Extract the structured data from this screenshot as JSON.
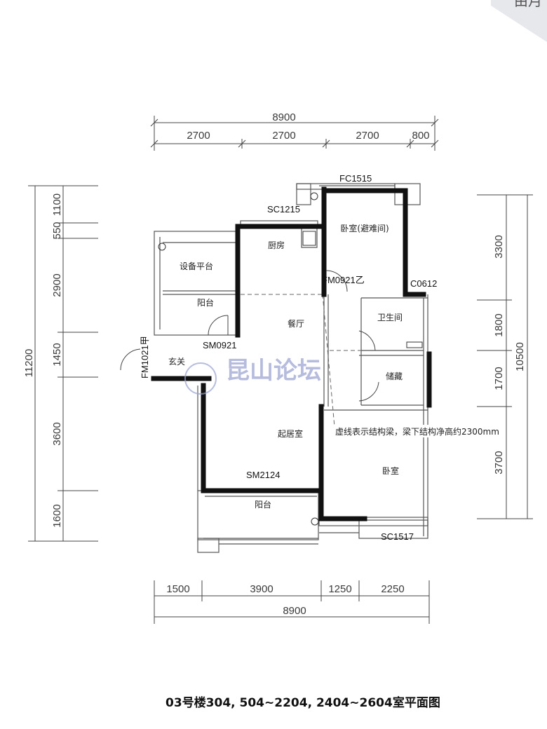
{
  "corner_text": "由月",
  "title": "03号楼304, 504~2204, 2404~2604室平面图",
  "watermark": "昆山论坛",
  "note": "虚线表示结构梁，梁下结构净高约2300mm",
  "top_dims": {
    "total": "8900",
    "segments": [
      "2700",
      "2700",
      "2700",
      "800"
    ]
  },
  "bottom_dims": {
    "total": "8900",
    "segments": [
      "1500",
      "3900",
      "1250",
      "2250"
    ]
  },
  "left_dims": {
    "total": "11200",
    "segments": [
      "1100",
      "550",
      "2900",
      "1450",
      "3600",
      "1600"
    ]
  },
  "right_dims": {
    "total": "10500",
    "segments": [
      "3300",
      "1800",
      "1700",
      "3700"
    ]
  },
  "rooms": {
    "equipment": "设备平台",
    "kitchen": "厨房",
    "bedroom_refuge": "卧室(避难间)",
    "balcony_north": "阳台",
    "dining": "餐厅",
    "bathroom": "卫生间",
    "entry": "玄关",
    "storage": "储藏",
    "living": "起居室",
    "bedroom": "卧室",
    "balcony_south": "阳台"
  },
  "codes": {
    "fc1515": "FC1515",
    "sc1215": "SC1215",
    "fm0921": "FM0921乙",
    "c0612": "C0612",
    "sm0921": "SM0921",
    "fm1021": "FM1021甲",
    "sm2124": "SM2124",
    "sc1517": "SC1517"
  },
  "colors": {
    "paper": "#ffffff",
    "background": "#e7e8ec",
    "wall": "#111111",
    "line": "#555555",
    "watermark": "#7c86c2"
  }
}
